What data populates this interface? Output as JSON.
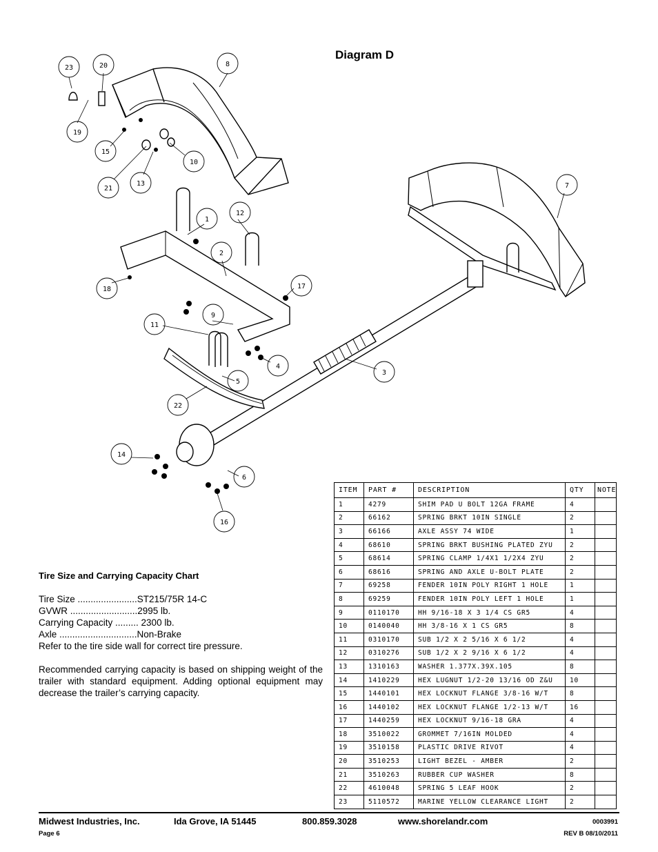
{
  "diagram_title": "Diagram D",
  "balloons": [
    "1",
    "2",
    "3",
    "4",
    "5",
    "6",
    "7",
    "8",
    "9",
    "10",
    "11",
    "12",
    "13",
    "14",
    "15",
    "16",
    "17",
    "18",
    "19",
    "20",
    "21",
    "22",
    "23"
  ],
  "parts_table": {
    "headers": [
      "ITEM",
      "PART #",
      "DESCRIPTION",
      "QTY",
      "NOTE"
    ],
    "rows": [
      {
        "item": "1",
        "part": "4279",
        "desc": "SHIM PAD   U BOLT 12GA FRAME",
        "qty": "4"
      },
      {
        "item": "2",
        "part": "66162",
        "desc": "SPRING BRKT  10IN SINGLE",
        "qty": "2"
      },
      {
        "item": "3",
        "part": "66166",
        "desc": "AXLE ASSY 74 WIDE",
        "qty": "1"
      },
      {
        "item": "4",
        "part": "68610",
        "desc": "SPRING BRKT BUSHING PLATED ZYU",
        "qty": "2"
      },
      {
        "item": "5",
        "part": "68614",
        "desc": "SPRING CLAMP   1/4X1 1/2X4  ZYU",
        "qty": "2"
      },
      {
        "item": "6",
        "part": "68616",
        "desc": "SPRING AND AXLE U-BOLT PLATE",
        "qty": "2"
      },
      {
        "item": "7",
        "part": "69258",
        "desc": "FENDER  10IN POLY RIGHT 1 HOLE",
        "qty": "1"
      },
      {
        "item": "8",
        "part": "69259",
        "desc": "FENDER  10IN POLY LEFT 1 HOLE",
        "qty": "1"
      },
      {
        "item": "9",
        "part": "0110170",
        "desc": "HH 9/16-18 X 3 1/4 CS GR5",
        "qty": "4"
      },
      {
        "item": "10",
        "part": "0140040",
        "desc": "HH 3/8-16 X 1 CS GR5",
        "qty": "8"
      },
      {
        "item": "11",
        "part": "0310170",
        "desc": "SUB 1/2 X 2 5/16 X 6 1/2",
        "qty": "4"
      },
      {
        "item": "12",
        "part": "0310276",
        "desc": "SUB 1/2 X 2 9/16 X 6 1/2",
        "qty": "4"
      },
      {
        "item": "13",
        "part": "1310163",
        "desc": "WASHER 1.377X.39X.105",
        "qty": "8"
      },
      {
        "item": "14",
        "part": "1410229",
        "desc": "HEX LUGNUT 1/2-20 13/16 OD Z&U",
        "qty": "10"
      },
      {
        "item": "15",
        "part": "1440101",
        "desc": "HEX LOCKNUT FLANGE 3/8-16 W/T",
        "qty": "8"
      },
      {
        "item": "16",
        "part": "1440102",
        "desc": "HEX LOCKNUT FLANGE 1/2-13 W/T",
        "qty": "16"
      },
      {
        "item": "17",
        "part": "1440259",
        "desc": "HEX LOCKNUT 9/16-18 GRA",
        "qty": "4"
      },
      {
        "item": "18",
        "part": "3510022",
        "desc": "GROMMET  7/16IN MOLDED",
        "qty": "4"
      },
      {
        "item": "19",
        "part": "3510158",
        "desc": "PLASTIC DRIVE RIVOT",
        "qty": "4"
      },
      {
        "item": "20",
        "part": "3510253",
        "desc": "LIGHT BEZEL - AMBER",
        "qty": "2"
      },
      {
        "item": "21",
        "part": "3510263",
        "desc": "RUBBER CUP WASHER",
        "qty": "8"
      },
      {
        "item": "22",
        "part": "4610048",
        "desc": "SPRING  5 LEAF HOOK",
        "qty": "2"
      },
      {
        "item": "23",
        "part": "5110572",
        "desc": "MARINE YELLOW CLEARANCE LIGHT",
        "qty": "2"
      }
    ]
  },
  "capacity": {
    "title": "Tire Size and Carrying Capacity Chart",
    "rows": [
      "Tire Size .......................ST215/75R 14-C",
      "GVWR ..........................2995 lb.",
      "Carrying Capacity ......... 2300 lb.",
      "Axle ..............................Non-Brake"
    ],
    "note": "Refer to the tire side wall for correct tire pressure.",
    "paragraph": "Recommended carrying capacity is based on shipping weight of the trailer with standard equipment. Adding optional equipment may decrease the trailer’s carrying capacity."
  },
  "footer": {
    "company": "Midwest Industries, Inc.",
    "city": "Ida Grove, IA  51445",
    "phone": "800.859.3028",
    "website": "www.shorelandr.com",
    "doc_number": "0003991",
    "page": "Page 6",
    "revision": "REV B  08/10/2011"
  }
}
